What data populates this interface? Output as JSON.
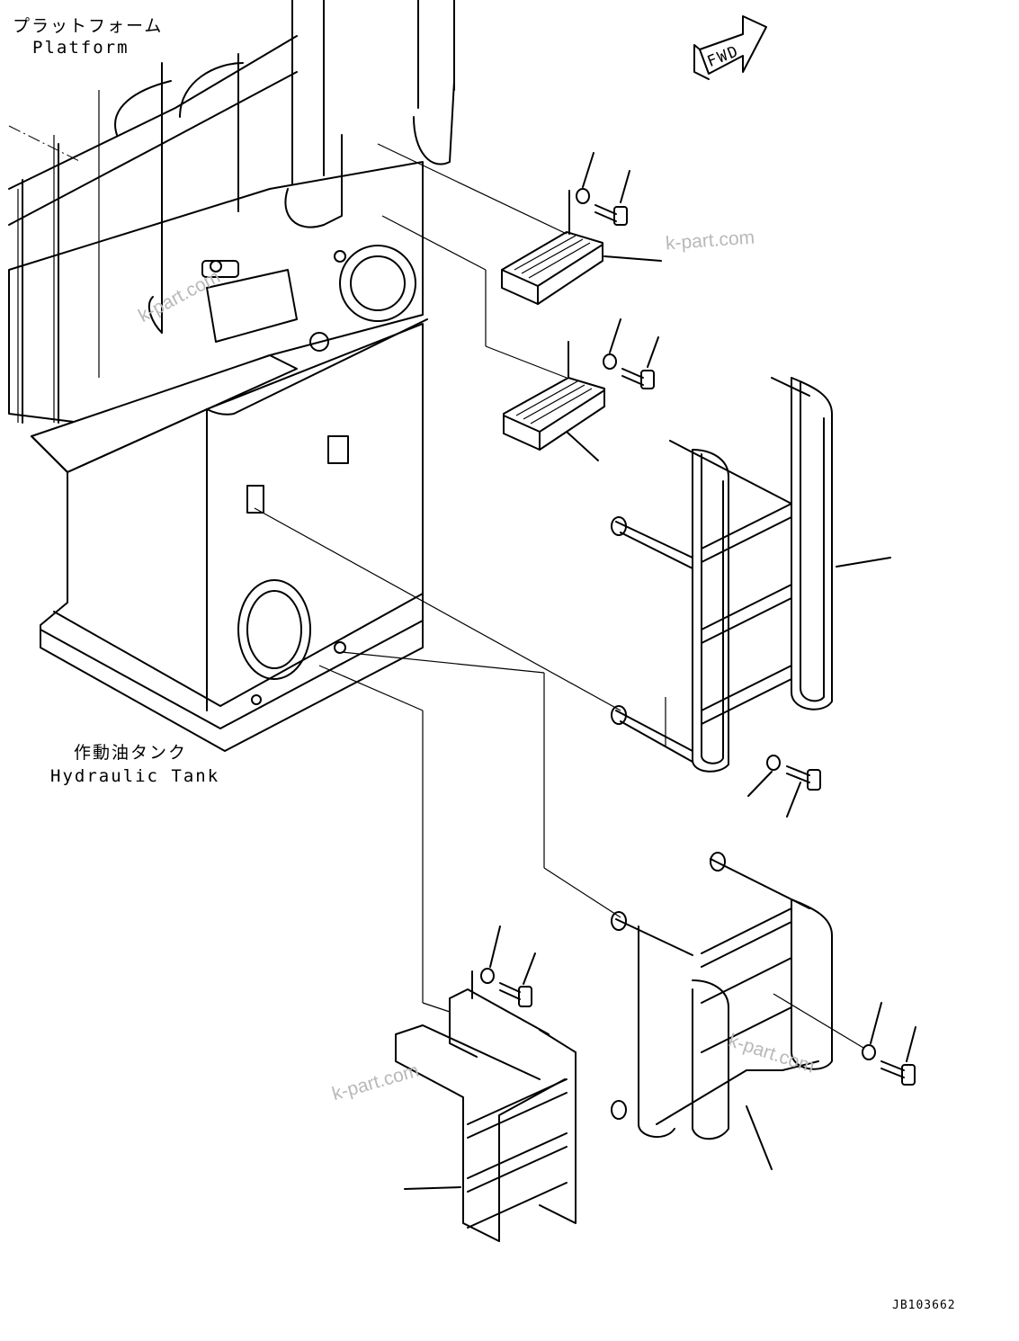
{
  "labels": {
    "platform_jp": "プラットフォーム",
    "platform_en": "Platform",
    "tank_jp": "作動油タンク",
    "tank_en": "Hydraulic Tank",
    "fwd": "FWD",
    "drawing_code": "JB103662"
  },
  "watermarks": [
    "k-part.com",
    "k-part.com",
    "k-part.com",
    "k-part.com"
  ]
}
